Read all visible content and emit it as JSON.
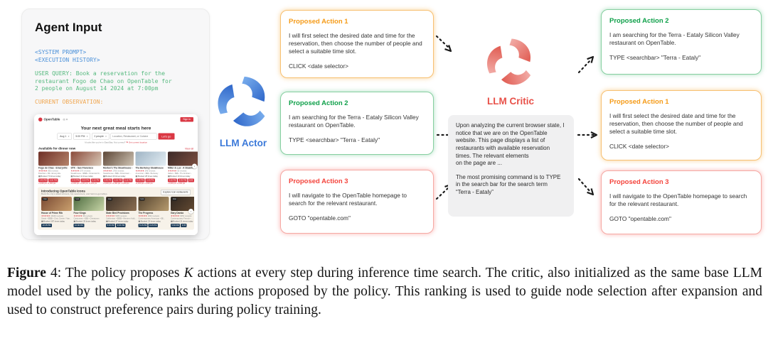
{
  "agent_input": {
    "title": "Agent Input",
    "system_prompt": "<SYSTEM PROMPT>",
    "execution_history": "<EXECUTION HISTORY>",
    "user_query": "USER QUERY: Book a reservation for the\nrestaurant Fogo de Chao on OpenTable for\n2 people on August 14 2024 at 7:00pm",
    "current_observation": "CURRENT OBSERVATION:"
  },
  "screenshot": {
    "brand": "OpenTable",
    "sign_in": "Sign in",
    "headline": "Your next great meal starts here",
    "search": {
      "date": "Aug 1",
      "time": "5:00 PM",
      "party": "2 people",
      "location_placeholder": "Location, Restaurant, or Cuisine",
      "submit": "Let's go"
    },
    "promo_text": "It looks like you're in East Bay. Not correct?",
    "promo_link": "⚑ Get current location",
    "stars": "★★★★★",
    "next_icon": "›",
    "section1": {
      "title": "Available for dinner now",
      "link": "View all",
      "cards": [
        {
          "name": "Fogo de Chao - Emeryville",
          "reviews": "893 reviews",
          "meta": "Brazilian • $$ • Emeryville",
          "booked": "▦ Booked 73 times today",
          "times": [
            "5:45 PM",
            "6:00 PM"
          ],
          "points": "+1,000 pts  +1,000 pts",
          "photo": [
            "#6e2f26",
            "#b5836a"
          ]
        },
        {
          "name": "STK - San Francisco",
          "reviews": "570 reviews",
          "meta": "Steakhouse • $$$$ • Financial Di...",
          "booked": "▦ Booked 41 times today",
          "times": [
            "5:45 PM",
            "6:00 PM",
            "6:15 PM"
          ],
          "points": "+1,000 pts  +1,000 pts  +1,000 pts",
          "photo": [
            "#8a4a3a",
            "#d9c9b8"
          ]
        },
        {
          "name": "Morton's The Steakhouse -",
          "reviews": "1766 reviews",
          "meta": "Steakhouse • $$$ • Downtown ...",
          "booked": "▦ Booked 40 times today",
          "times": [
            "5:45 PM",
            "6:00 PM",
            "6:15 PM"
          ],
          "points": "+1,000 pts  +1,000 pts  +1,000 pts",
          "photo": [
            "#5d4636",
            "#cfc4b4"
          ]
        },
        {
          "name": "The Berkeley Steakhouse",
          "reviews": "345 reviews",
          "meta": "American • $$$ • Berkeley",
          "booked": "▦ Booked 28 times today",
          "times": [
            "5:15 PM",
            "5:45 PM"
          ],
          "points": "+1,000 pts  +1,000 pts",
          "photo": [
            "#9fb4c4",
            "#e4eef4"
          ]
        },
        {
          "name": "Miller & Lux - A Steakh...",
          "reviews": "55 reviews",
          "meta": "Italian • $$$ • The Embarc...",
          "booked": "▦ Booked 19 times today",
          "times": [
            "5:30 PM",
            "5:45 PM",
            "6:00"
          ],
          "points": "+1,000 pts  +1,000 pts",
          "photo": [
            "#3c2a28",
            "#7d4f41"
          ]
        }
      ]
    },
    "section2": {
      "title": "Introducing OpenTable Icons",
      "subtitle": "Book the city's award winners, hot newcomers, and hard-to-get tables.",
      "button": "Explore Icon restaurants",
      "badge": "Icon",
      "cards": [
        {
          "name": "House of Prime Rib",
          "reviews": "16440 reviews",
          "meta": "Steak • $$$$ • Civic Center / Van...",
          "booked": "▦ Booked 187 times today",
          "times": [
            "10:45 PM"
          ],
          "photo": [
            "#7a4a33",
            "#caa06e"
          ]
        },
        {
          "name": "Four Kings",
          "reviews": "96 reviews",
          "meta": "Cantonese • $$$ • Chinatown",
          "booked": "▦ Booked 29 times today",
          "times": [
            "10:00 PM"
          ],
          "photo": [
            "#4d6b3f",
            "#c9d6a8"
          ]
        },
        {
          "name": "State Bird Provisions",
          "reviews": "5086 reviews",
          "meta": "Californian • $$$$ • Western Addi...",
          "booked": "▦ Booked 37 times today",
          "times": [
            "5:15 PM",
            "9:45 PM"
          ],
          "photo": [
            "#3e3228",
            "#8c6f52"
          ]
        },
        {
          "name": "The Progress",
          "reviews": "1842 reviews",
          "meta": "Contemporary American • $$...",
          "booked": "▦ Booked 23 times today",
          "times": [
            "5:15 PM",
            "9:15 PM"
          ],
          "photo": [
            "#55442f",
            "#b79b6e"
          ]
        },
        {
          "name": "Gary Danko",
          "reviews": "9051 reviews",
          "meta": "Contemporary French • ...",
          "booked": "▦ Booked 31 times today",
          "times": [
            "5:30 PM",
            "9:45"
          ],
          "photo": [
            "#2f2620",
            "#6e5136"
          ]
        }
      ]
    }
  },
  "actor": {
    "label": "LLM Actor"
  },
  "critic": {
    "label": "LLM Critic",
    "analysis_p1": "Upon analyzing the current browser state, I notice that we are on the OpenTable website. This page displays a list of restaurants with available reservation times. The relevant elements\non the page are ...",
    "analysis_p2": "The most promising command is to TYPE\nin the search bar for the search term\n“Terra - Eataly”"
  },
  "actions_left": [
    {
      "title": "Proposed Action 1",
      "body": "I will first select the desired date and time for the reservation, then choose the number of people and select a suitable time slot.",
      "command": "CLICK <date selector>"
    },
    {
      "title": "Proposed Action 2",
      "body": "I am searching for the Terra - Eataly Silicon Valley restaurant on OpenTable.",
      "command": "TYPE <searchbar> \"Terra - Eataly\""
    },
    {
      "title": "Proposed Action 3",
      "body": "I will navigate to the OpenTable homepage to search for the relevant restaurant.",
      "command": "GOTO \"opentable.com\""
    }
  ],
  "actions_right": [
    {
      "title": "Proposed Action 2",
      "body": "I am searching for the Terra - Eataly Silicon Valley restaurant on OpenTable.",
      "command": "TYPE <searchbar> \"Terra - Eataly\""
    },
    {
      "title": "Proposed Action 1",
      "body": "I will first select the desired date and time for the reservation, then choose the number of people and select a suitable time slot.",
      "command": "CLICK <date selector>"
    },
    {
      "title": "Proposed Action 3",
      "body": "I will navigate to the OpenTable homepage to search for the relevant restaurant.",
      "command": "GOTO \"opentable.com\""
    }
  ],
  "caption": {
    "figure_label": "Figure",
    "pre_k": " 4: The policy proposes ",
    "k": "K",
    "post_k": " actions at every step during inference time search. The critic, also initialized as the same base LLM model used by the policy, ranks the actions proposed by the policy. This ranking is used to guide node selection after expansion and used to construct preference pairs during policy training."
  },
  "colors": {
    "accent_orange": "#f59b18",
    "accent_green": "#0fa04a",
    "accent_red": "#f4443c",
    "actor_blue": "#3b79d9",
    "critic_red": "#e85149",
    "opentable_red": "#da3743",
    "code_blue": "#4a90d9",
    "code_green": "#55b97e",
    "code_orange": "#f0a64f"
  }
}
